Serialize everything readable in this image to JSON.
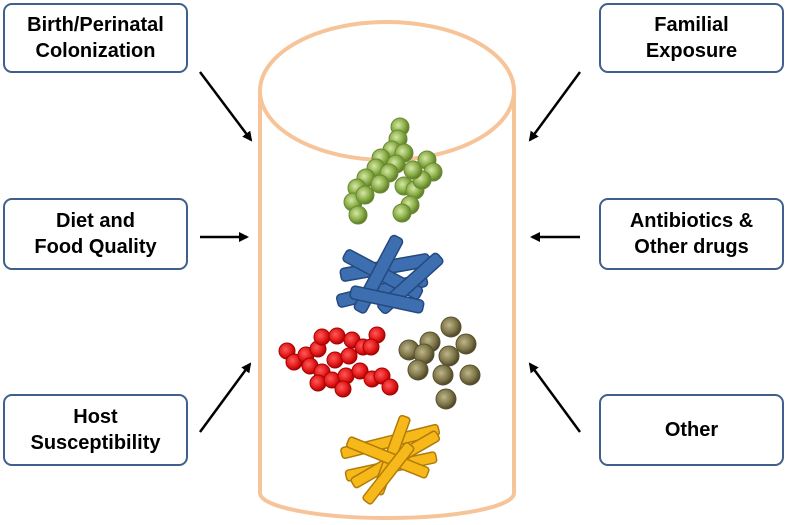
{
  "factors": [
    {
      "id": "birth",
      "label": "Birth/Perinatal\nColonization"
    },
    {
      "id": "familial",
      "label": "Familial\nExposure"
    },
    {
      "id": "diet",
      "label": "Diet and\nFood Quality"
    },
    {
      "id": "antibiotics",
      "label": "Antibiotics &\nOther drugs"
    },
    {
      "id": "host",
      "label": "Host\nSusceptibility"
    },
    {
      "id": "other",
      "label": "Other"
    }
  ],
  "colors": {
    "box_border": "#3f5f8c",
    "cylinder": "#f7c49a",
    "arrow": "#000000",
    "green_cocci": "#8db04a",
    "blue_rods": "#3d6fb0",
    "red_chains": "#e01515",
    "olive_cocci": "#7d7548",
    "orange_rods": "#f7b81a"
  },
  "icons": [
    "cylinder-icon",
    "green-cocci-cluster-icon",
    "blue-rods-icon",
    "red-streptococci-icon",
    "olive-cocci-icon",
    "orange-rods-icon"
  ]
}
